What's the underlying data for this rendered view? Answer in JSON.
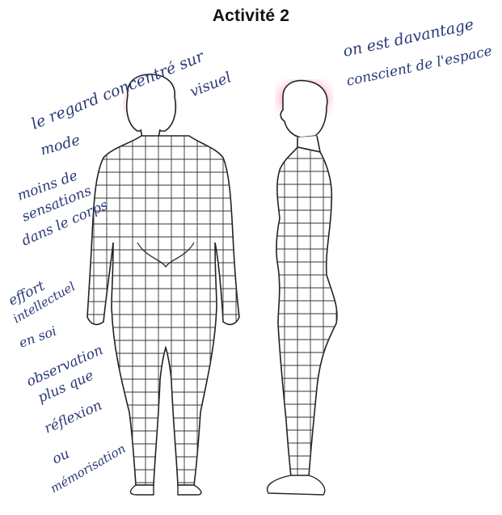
{
  "title": "Activité 2",
  "notes": {
    "left": [
      "le regard concentré sur",
      "visuel",
      "mode",
      "moins de",
      "sensations",
      "dans le corps",
      "effort",
      "intellectuel",
      "en soi",
      "observation",
      "plus que",
      "réflexion",
      "ou",
      "mémorisation"
    ],
    "right": [
      "on est davantage",
      "conscient de l'espace"
    ]
  },
  "colors": {
    "highlight": "#ff4f7a",
    "ink": "#2a3a7a",
    "line": "#222222"
  }
}
